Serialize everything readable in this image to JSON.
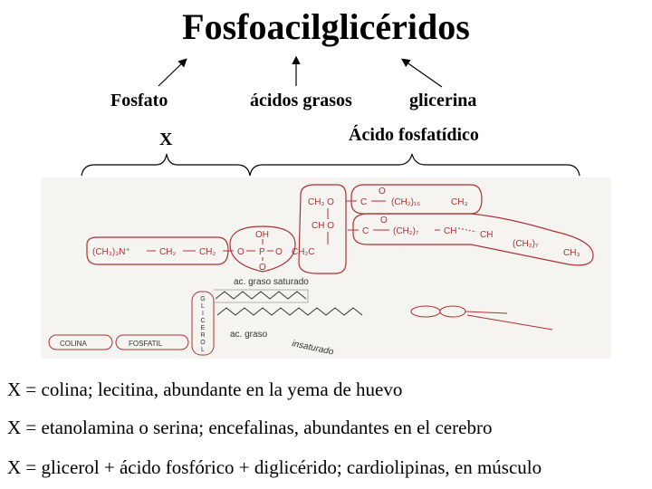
{
  "title": "Fosfoacilglicéridos",
  "labels": {
    "fosfato": "Fosfato",
    "acidos_grasos": "ácidos grasos",
    "glicerina": "glicerina",
    "x": "X",
    "acido_fosfatidico": "Ácido fosfatídico"
  },
  "structure": {
    "ch3_o": "CH₂ O",
    "ch_o": "CH O",
    "c_top": "C",
    "c_mid": "C",
    "o_top": "O",
    "o_mid": "O",
    "ch2_16": "(CH₂)₁₆",
    "ch3_top": "CH₃",
    "ch2_7": "(CH₂)₇",
    "ch_a": "CH",
    "ch_b": "CH",
    "ch2_7b": "(CH₂)₇",
    "ch3_end": "CH₃",
    "amine": "(CH₃)₃N⁺",
    "ch2_a": "CH₂",
    "ch2_b": "CH₂",
    "o_left": "O",
    "p": "P",
    "o_right": "O",
    "oh": "OH",
    "o_below": "O",
    "ch2_c": "CH₂C",
    "sat_label": "ac. graso saturado",
    "glicerol_letters": [
      "G",
      "L",
      "I",
      "C",
      "E",
      "R",
      "O",
      "L"
    ],
    "colina": "COLINA",
    "fosfatil": "FOSFATIL",
    "ac_graso": "ac. graso",
    "insaturado": "insaturado"
  },
  "descriptions": [
    "X = colina; lecitina, abundante en la yema de huevo",
    "X = etanolamina o serina; encefalinas, abundantes en el cerebro",
    "X = glicerol + ácido fosfórico + diglicérido; cardiolipinas, en músculo"
  ],
  "colors": {
    "diagram": "#a33333",
    "arrow": "#000000"
  }
}
